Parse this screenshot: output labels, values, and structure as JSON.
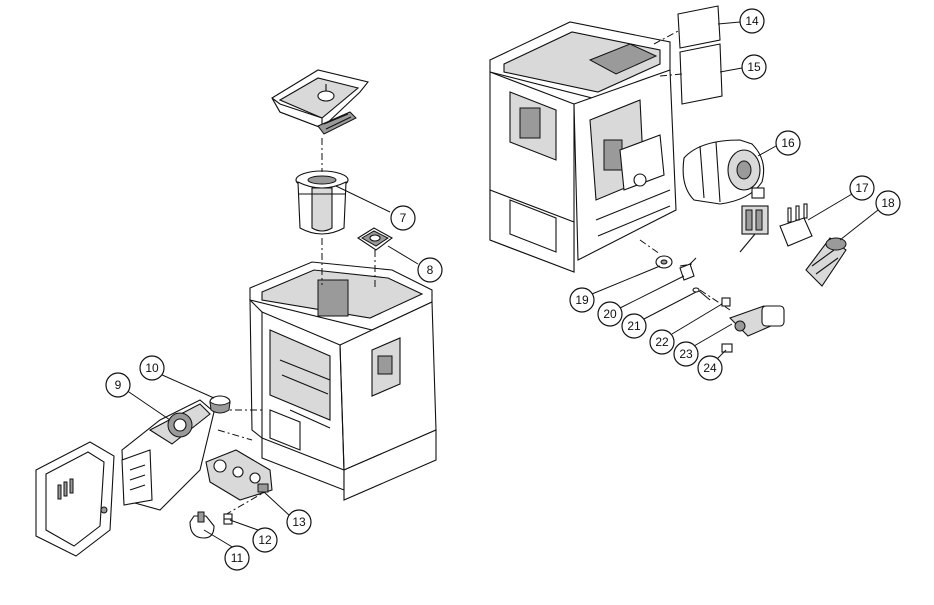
{
  "callouts": [
    {
      "id": "7",
      "label": "7"
    },
    {
      "id": "8",
      "label": "8"
    },
    {
      "id": "9",
      "label": "9"
    },
    {
      "id": "10",
      "label": "10"
    },
    {
      "id": "11",
      "label": "11"
    },
    {
      "id": "12",
      "label": "12"
    },
    {
      "id": "13",
      "label": "13"
    },
    {
      "id": "14",
      "label": "14"
    },
    {
      "id": "15",
      "label": "15"
    },
    {
      "id": "16",
      "label": "16"
    },
    {
      "id": "17",
      "label": "17"
    },
    {
      "id": "18",
      "label": "18"
    },
    {
      "id": "19",
      "label": "19"
    },
    {
      "id": "20",
      "label": "20"
    },
    {
      "id": "21",
      "label": "21"
    },
    {
      "id": "22",
      "label": "22"
    },
    {
      "id": "23",
      "label": "23"
    },
    {
      "id": "24",
      "label": "24"
    }
  ]
}
